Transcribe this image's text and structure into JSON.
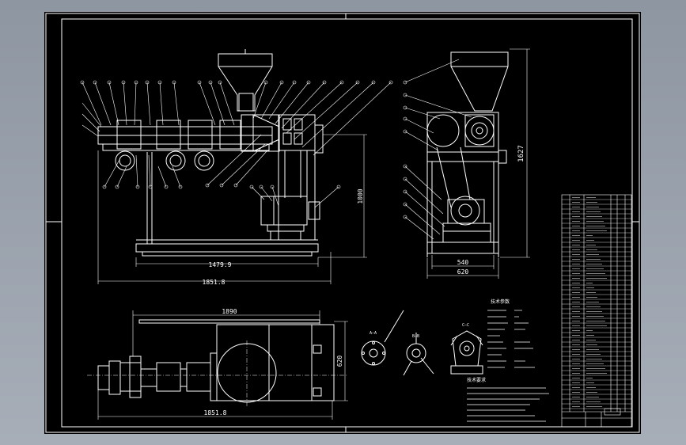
{
  "drawing": {
    "dimensions": {
      "front_length_a": "1479.9",
      "front_length_b": "1851.8",
      "front_height": "1000",
      "side_height": "1627",
      "side_width_a": "540",
      "side_width_b": "620",
      "plan_length_a": "1890",
      "plan_length_b": "1851.8",
      "plan_height": "620"
    },
    "tech_spec_title": "技术参数",
    "tech_req_title": "技术要求",
    "section_labels": [
      "A—A",
      "B—B",
      "C—C"
    ],
    "colors": {
      "background": "#000000",
      "line": "#ffffff",
      "viewport": "#9aa2ad"
    }
  }
}
